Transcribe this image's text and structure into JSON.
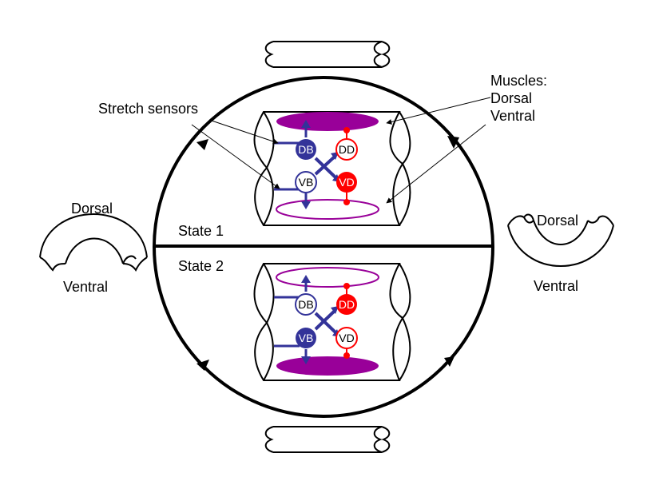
{
  "labels": {
    "stretch_sensors": "Stretch sensors",
    "muscles_1": "Muscles:",
    "muscles_2": "Dorsal",
    "muscles_3": "Ventral",
    "state1": "State 1",
    "state2": "State 2",
    "left_dorsal": "Dorsal",
    "left_ventral": "Ventral",
    "right_dorsal": "Dorsal",
    "right_ventral": "Ventral"
  },
  "neurons": {
    "db": "DB",
    "dd": "DD",
    "vb": "VB",
    "vd": "VD"
  },
  "colors": {
    "muscle": "#990099",
    "excitatory": "#333399",
    "inhibitory": "#ff0000",
    "outline": "#000000"
  }
}
